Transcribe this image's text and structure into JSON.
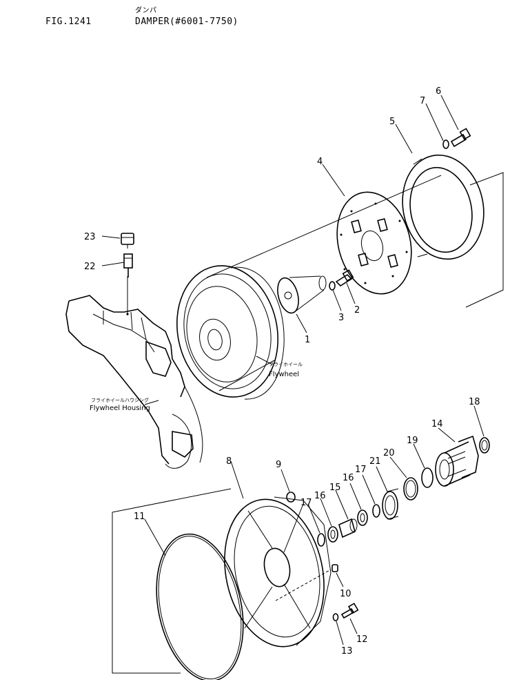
{
  "header": {
    "fig_number": "FIG.1241",
    "title_jp": "ダンパ",
    "title": "DAMPER(#6001-7750)"
  },
  "labels": {
    "flywheel_jp": "フライホイール",
    "flywheel": "Flywheel",
    "flywheel_housing_jp": "フライホイールハウジング",
    "flywheel_housing": "Flywheel  Housing"
  },
  "callouts": {
    "c1": "1",
    "c2": "2",
    "c3": "3",
    "c4": "4",
    "c5": "5",
    "c6": "6",
    "c7": "7",
    "c8": "8",
    "c9": "9",
    "c10": "10",
    "c11": "11",
    "c12": "12",
    "c13": "13",
    "c14": "14",
    "c15": "15",
    "c16a": "16",
    "c16b": "16",
    "c17a": "17",
    "c17b": "17",
    "c18": "18",
    "c19": "19",
    "c20": "20",
    "c21": "21",
    "c22": "22",
    "c23": "23"
  }
}
